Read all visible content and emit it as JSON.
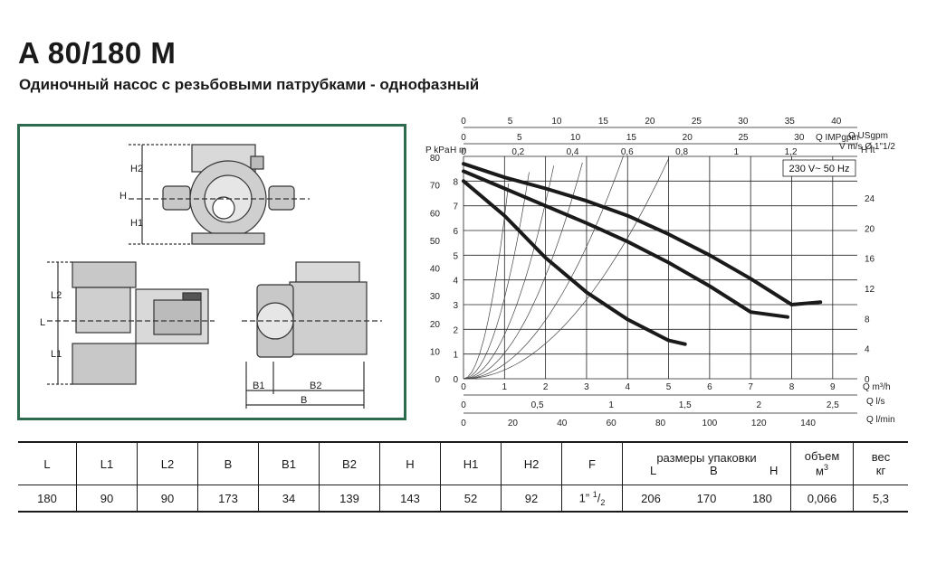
{
  "header": {
    "title": "A 80/180 M",
    "subtitle": "Одиночный насос с резьбовыми патрубками - однофазный"
  },
  "drawing": {
    "labels_front": [
      "H2",
      "H",
      "H1"
    ],
    "labels_side": [
      "L2",
      "L",
      "L1"
    ],
    "labels_top": [
      "B1",
      "B2",
      "B"
    ]
  },
  "chart_data": {
    "type": "line",
    "annotation": "230 V~ 50 Hz",
    "x_primary": {
      "label": "Q m³/h",
      "ticks": [
        "0",
        "1",
        "2",
        "3",
        "4",
        "5",
        "6",
        "7",
        "8",
        "9"
      ],
      "range": [
        0,
        9.6
      ]
    },
    "x_bottom_axes": [
      {
        "label": "Q l/s",
        "ticks": [
          "0",
          "0,5",
          "1",
          "1,5",
          "2",
          "2,5"
        ]
      },
      {
        "label": "Q l/min",
        "ticks": [
          "0",
          "20",
          "40",
          "60",
          "80",
          "100",
          "120",
          "140"
        ]
      }
    ],
    "x_top_axes": [
      {
        "label": "Q USgpm",
        "ticks": [
          "0",
          "5",
          "10",
          "15",
          "20",
          "25",
          "30",
          "35",
          "40"
        ]
      },
      {
        "label": "Q IMPgpm",
        "ticks": [
          "0",
          "5",
          "10",
          "15",
          "20",
          "25",
          "30"
        ]
      },
      {
        "label": "V m/s Ø 1\"1/2",
        "ticks": [
          "0",
          "0,2",
          "0,4",
          "0,6",
          "0,8",
          "1",
          "1,2"
        ]
      }
    ],
    "y_left_axes": [
      {
        "label": "P kPa",
        "ticks": [
          "0",
          "10",
          "20",
          "30",
          "40",
          "50",
          "60",
          "70",
          "80"
        ]
      },
      {
        "label": "H m",
        "ticks": [
          "0",
          "1",
          "2",
          "3",
          "4",
          "5",
          "6",
          "7",
          "8"
        ]
      }
    ],
    "y_right_axis": {
      "label": "H ft",
      "ticks": [
        "0",
        "4",
        "8",
        "12",
        "16",
        "20",
        "24"
      ]
    },
    "ylim": [
      0,
      9
    ],
    "series": [
      {
        "x": [
          0,
          1,
          2,
          3,
          4,
          5,
          6,
          7,
          8,
          8.7
        ],
        "values": [
          8.7,
          8.15,
          7.7,
          7.2,
          6.6,
          5.85,
          5.0,
          4.05,
          3.0,
          3.1
        ]
      },
      {
        "x": [
          0,
          1,
          2,
          3,
          4,
          5,
          6,
          7,
          7.9
        ],
        "values": [
          8.4,
          7.7,
          7.0,
          6.3,
          5.55,
          4.7,
          3.75,
          2.7,
          2.5
        ]
      },
      {
        "x": [
          0,
          1,
          2,
          3,
          4,
          5,
          5.4
        ],
        "values": [
          8.0,
          6.6,
          4.9,
          3.5,
          2.4,
          1.55,
          1.4
        ]
      }
    ]
  },
  "table": {
    "headers": [
      "L",
      "L1",
      "L2",
      "B",
      "B1",
      "B2",
      "H",
      "H1",
      "H2",
      "F"
    ],
    "packaging_title": "размеры упаковки",
    "packaging_sub": [
      "L",
      "B",
      "H"
    ],
    "volume_title": "объем",
    "volume_unit": "м",
    "volume_exp": "3",
    "weight_title": "вес",
    "weight_unit": "кг",
    "values": [
      "180",
      "90",
      "90",
      "173",
      "34",
      "139",
      "143",
      "52",
      "92"
    ],
    "f_value": "1”",
    "f_frac_num": "1",
    "f_frac_den": "2",
    "packaging_values": [
      "206",
      "170",
      "180"
    ],
    "volume_value": "0,066",
    "weight_value": "5,3"
  }
}
